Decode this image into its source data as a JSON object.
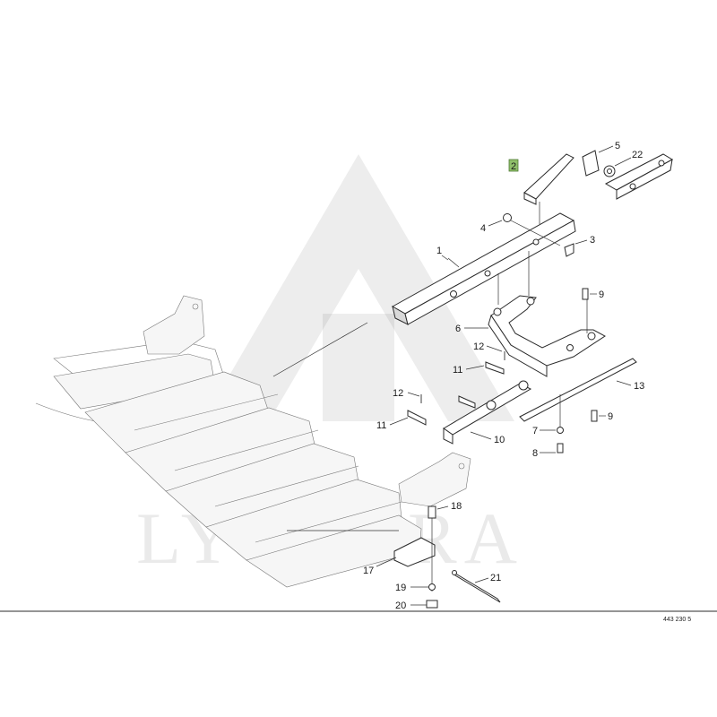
{
  "watermark": {
    "text": "LYTAGRA"
  },
  "drawing_ref": "443 230 5",
  "highlighted_part": "2",
  "callouts": [
    {
      "id": "1",
      "label": "1"
    },
    {
      "id": "2",
      "label": "2"
    },
    {
      "id": "3",
      "label": "3"
    },
    {
      "id": "4",
      "label": "4"
    },
    {
      "id": "5",
      "label": "5"
    },
    {
      "id": "6",
      "label": "6"
    },
    {
      "id": "7",
      "label": "7"
    },
    {
      "id": "8",
      "label": "8"
    },
    {
      "id": "9a",
      "label": "9"
    },
    {
      "id": "9b",
      "label": "9"
    },
    {
      "id": "10",
      "label": "10"
    },
    {
      "id": "11a",
      "label": "11"
    },
    {
      "id": "11b",
      "label": "11"
    },
    {
      "id": "12a",
      "label": "12"
    },
    {
      "id": "12b",
      "label": "12"
    },
    {
      "id": "13",
      "label": "13"
    },
    {
      "id": "17",
      "label": "17"
    },
    {
      "id": "18",
      "label": "18"
    },
    {
      "id": "19",
      "label": "19"
    },
    {
      "id": "20",
      "label": "20"
    },
    {
      "id": "21",
      "label": "21"
    },
    {
      "id": "22",
      "label": "22"
    }
  ]
}
